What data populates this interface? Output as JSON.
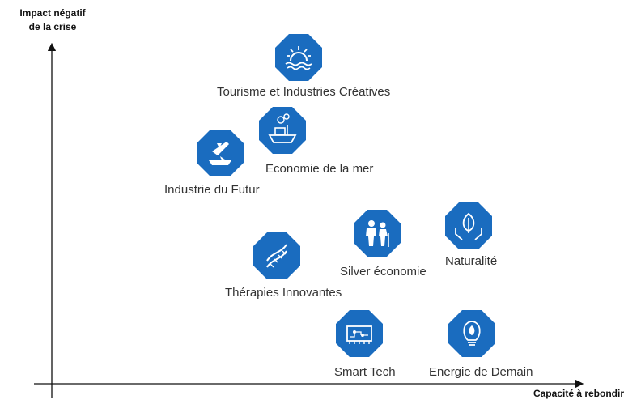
{
  "axes": {
    "y_title_line1": "Impact négatif",
    "y_title_line2": "de la crise",
    "x_title": "Capacité à rebondir"
  },
  "colors": {
    "badge": "#1a6cbf",
    "axis": "#111111"
  },
  "sectors": [
    {
      "label": "Tourisme et Industries Créatives",
      "icon": "sun-over-waves-icon"
    },
    {
      "label": "Economie de la mer",
      "icon": "ship-icon"
    },
    {
      "label": "Industrie du Futur",
      "icon": "airplane-ship-icon"
    },
    {
      "label": "Silver économie",
      "icon": "elderly-people-icon"
    },
    {
      "label": "Naturalité",
      "icon": "leaf-in-hands-icon"
    },
    {
      "label": "Thérapies Innovantes",
      "icon": "dna-icon"
    },
    {
      "label": "Smart Tech",
      "icon": "circuit-board-icon"
    },
    {
      "label": "Energie de Demain",
      "icon": "lightbulb-leaf-icon"
    }
  ]
}
